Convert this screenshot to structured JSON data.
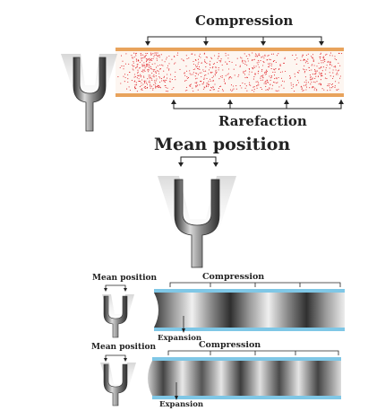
{
  "labels": {
    "compression_top": "Compression",
    "rarefaction": "Rarefaction",
    "mean_position_large": "Mean position",
    "mean_position_small_1": "Mean position",
    "compression_mid": "Compression",
    "expansion_1": "Expansion",
    "mean_position_small_2": "Mean position",
    "compression_bottom": "Compression",
    "expansion_2": "Expansion"
  },
  "colors": {
    "tube_border": "#e8a35c",
    "particles": "#e0242a",
    "fork_metal": "#6d6d6d",
    "cylinder_rim": "#7fc7e6"
  }
}
